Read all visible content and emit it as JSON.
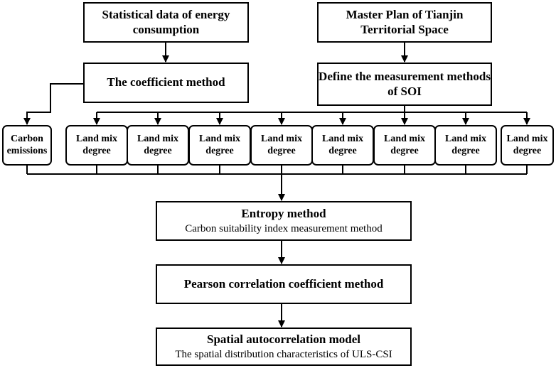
{
  "boxes": {
    "statistical": "Statistical data of energy consumption",
    "master_plan": "Master Plan of Tianjin Territorial Space",
    "coefficient": "The coefficient method",
    "define_soi": "Define the measurement methods of SOI",
    "entropy_title": "Entropy method",
    "entropy_sub": "Carbon suitability index measurement method",
    "pearson": "Pearson correlation coefficient method",
    "spatial_title": "Spatial autocorrelation model",
    "spatial_sub": "The spatial distribution characteristics of ULS-CSI"
  },
  "indicators": [
    "Carbon emissions",
    "Land mix degree",
    "Land mix degree",
    "Land mix degree",
    "Land mix degree",
    "Land mix degree",
    "Land mix degree",
    "Land mix degree",
    "Land mix degree"
  ]
}
